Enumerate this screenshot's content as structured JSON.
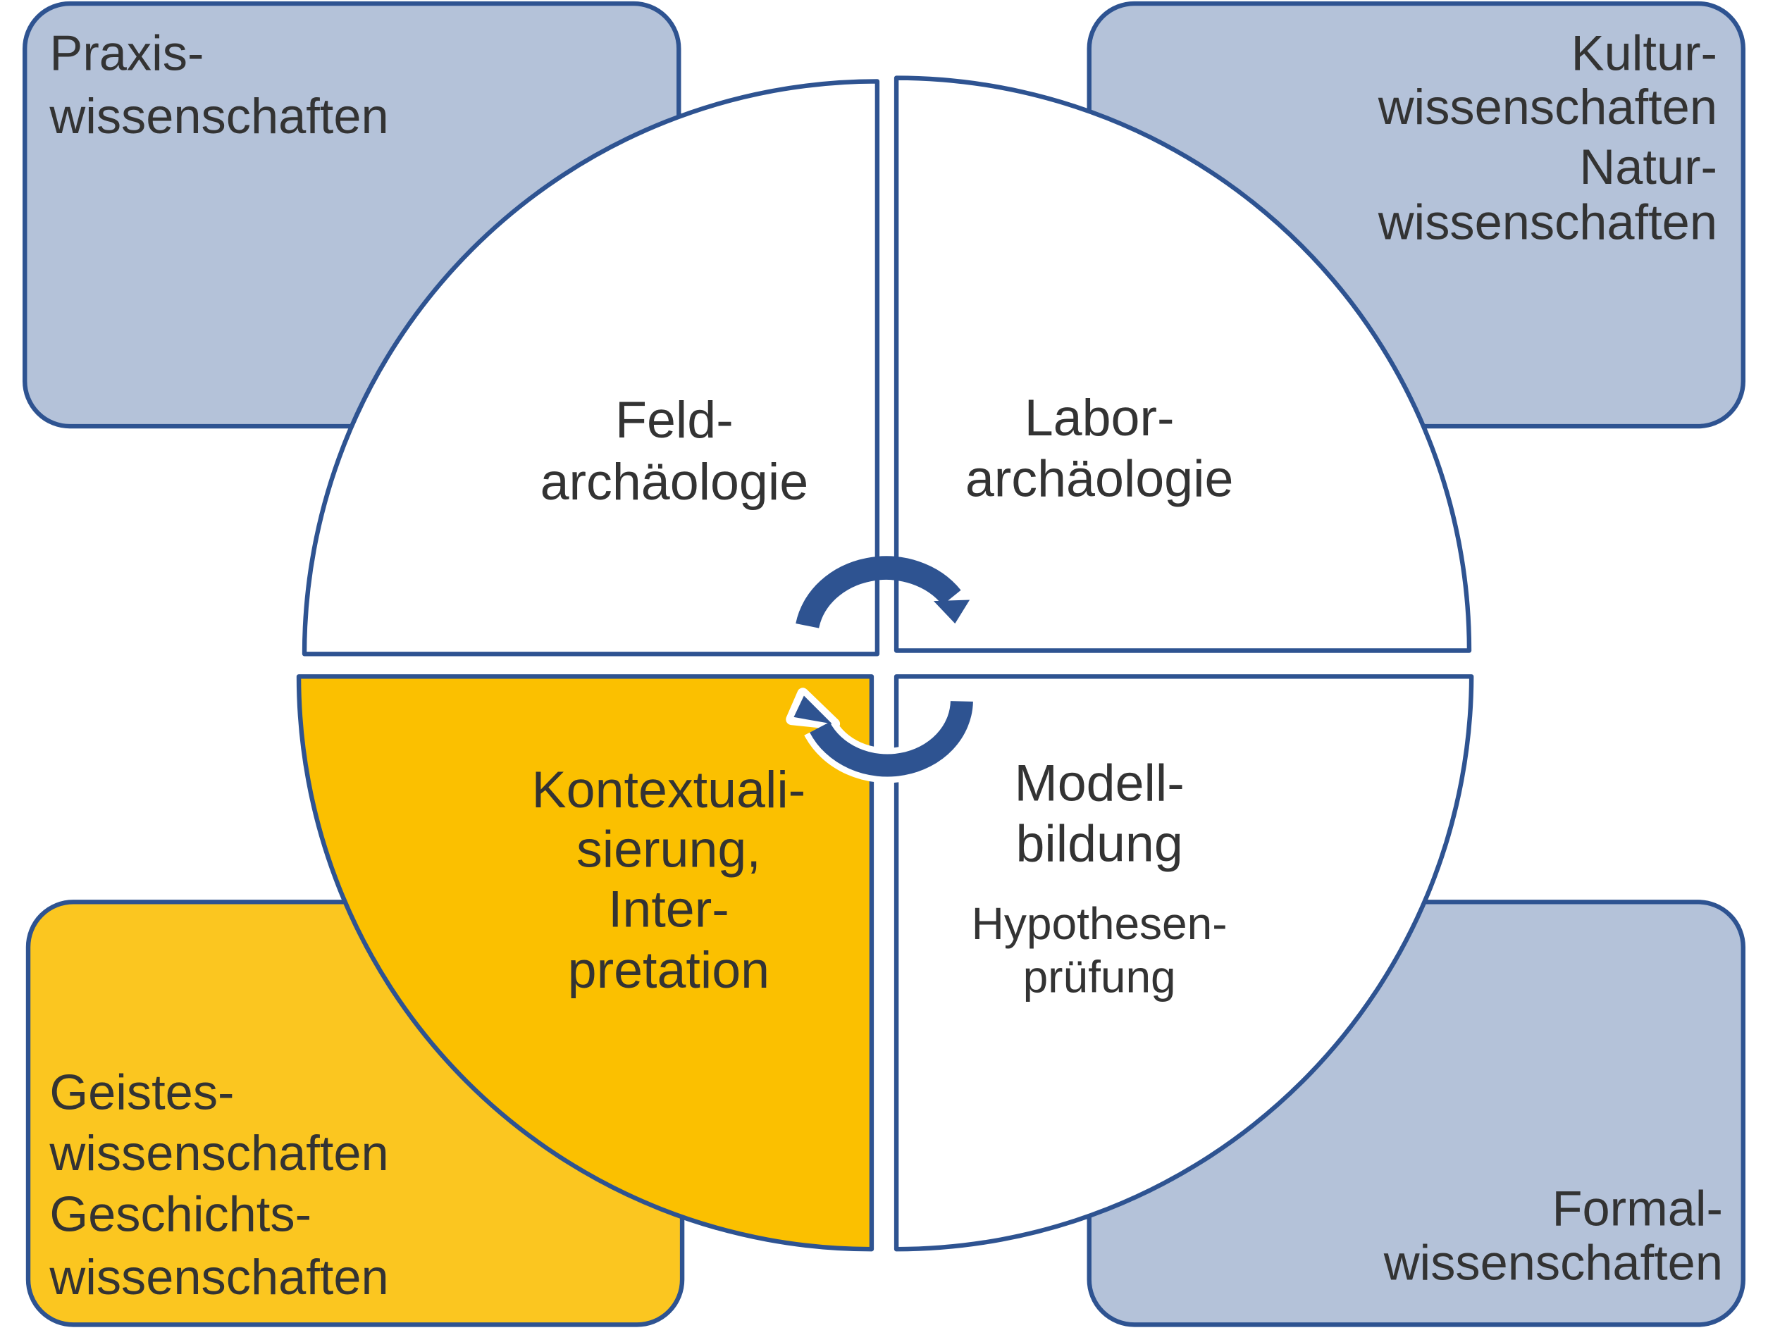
{
  "colors": {
    "outline": "#2e5391",
    "box_blue": "#b4c2d9",
    "box_yellow": "#fbc620",
    "quadrant_yellow": "#fbc000",
    "text": "#333333"
  },
  "boxes": {
    "top_left": {
      "lines": [
        "Praxis-",
        "wissenschaften"
      ]
    },
    "top_right": {
      "lines": [
        "Kultur-",
        "wissenschaften",
        "Natur-",
        "wissenschaften"
      ]
    },
    "bottom_left": {
      "lines": [
        "Geistes-",
        "wissenschaften",
        "Geschichts-",
        "wissenschaften"
      ]
    },
    "bottom_right": {
      "lines": [
        "Formal-",
        "wissenschaften"
      ]
    }
  },
  "quadrants": {
    "top_left": {
      "lines": [
        "Feld-",
        "archäologie"
      ]
    },
    "top_right": {
      "lines": [
        "Labor-",
        "archäologie"
      ]
    },
    "bottom_left": {
      "lines": [
        "Kontextuali-",
        "sierung,",
        "Inter-",
        "pretation"
      ]
    },
    "bottom_right": {
      "lines": [
        "Modell-",
        "bildung"
      ],
      "sub": [
        "Hypothesen-",
        "prüfung"
      ]
    }
  }
}
